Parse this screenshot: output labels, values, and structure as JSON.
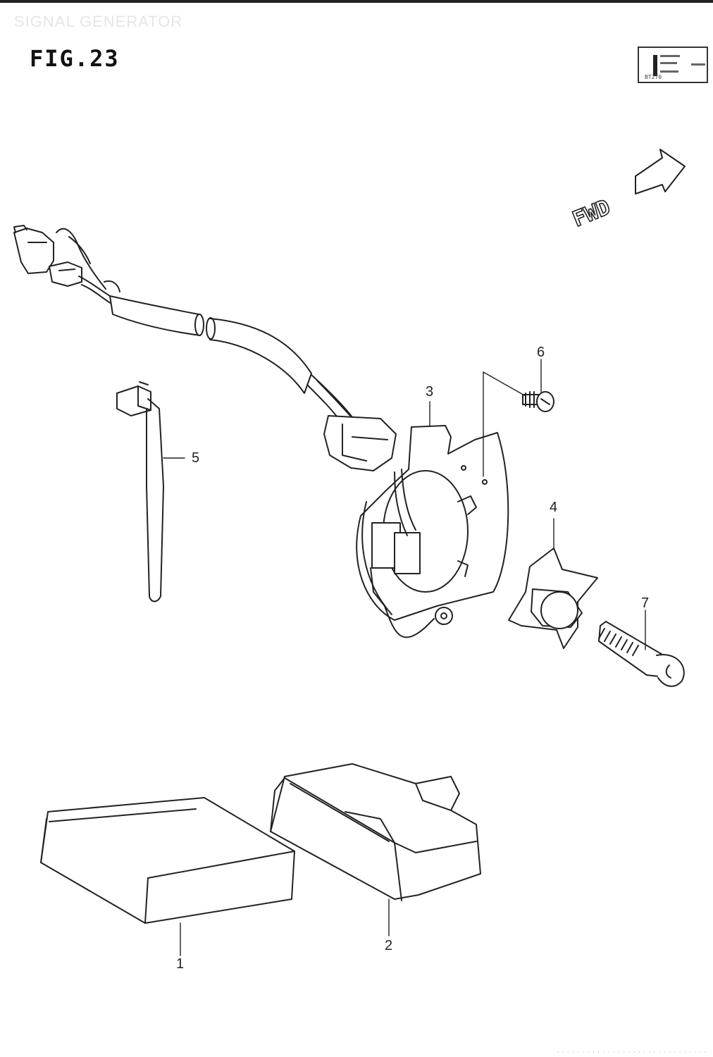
{
  "header": {
    "section_title": "SIGNAL GENERATOR",
    "figure_label": "FIG.23",
    "stamp_code": "BT2T0"
  },
  "direction_marker": {
    "label": "FWD"
  },
  "parts": [
    {
      "number": "1",
      "description": ""
    },
    {
      "number": "2",
      "description": ""
    },
    {
      "number": "3",
      "description": ""
    },
    {
      "number": "4",
      "description": ""
    },
    {
      "number": "5",
      "description": ""
    },
    {
      "number": "6",
      "description": ""
    },
    {
      "number": "7",
      "description": ""
    }
  ],
  "colors": {
    "line": "#222222",
    "background": "#ffffff"
  }
}
